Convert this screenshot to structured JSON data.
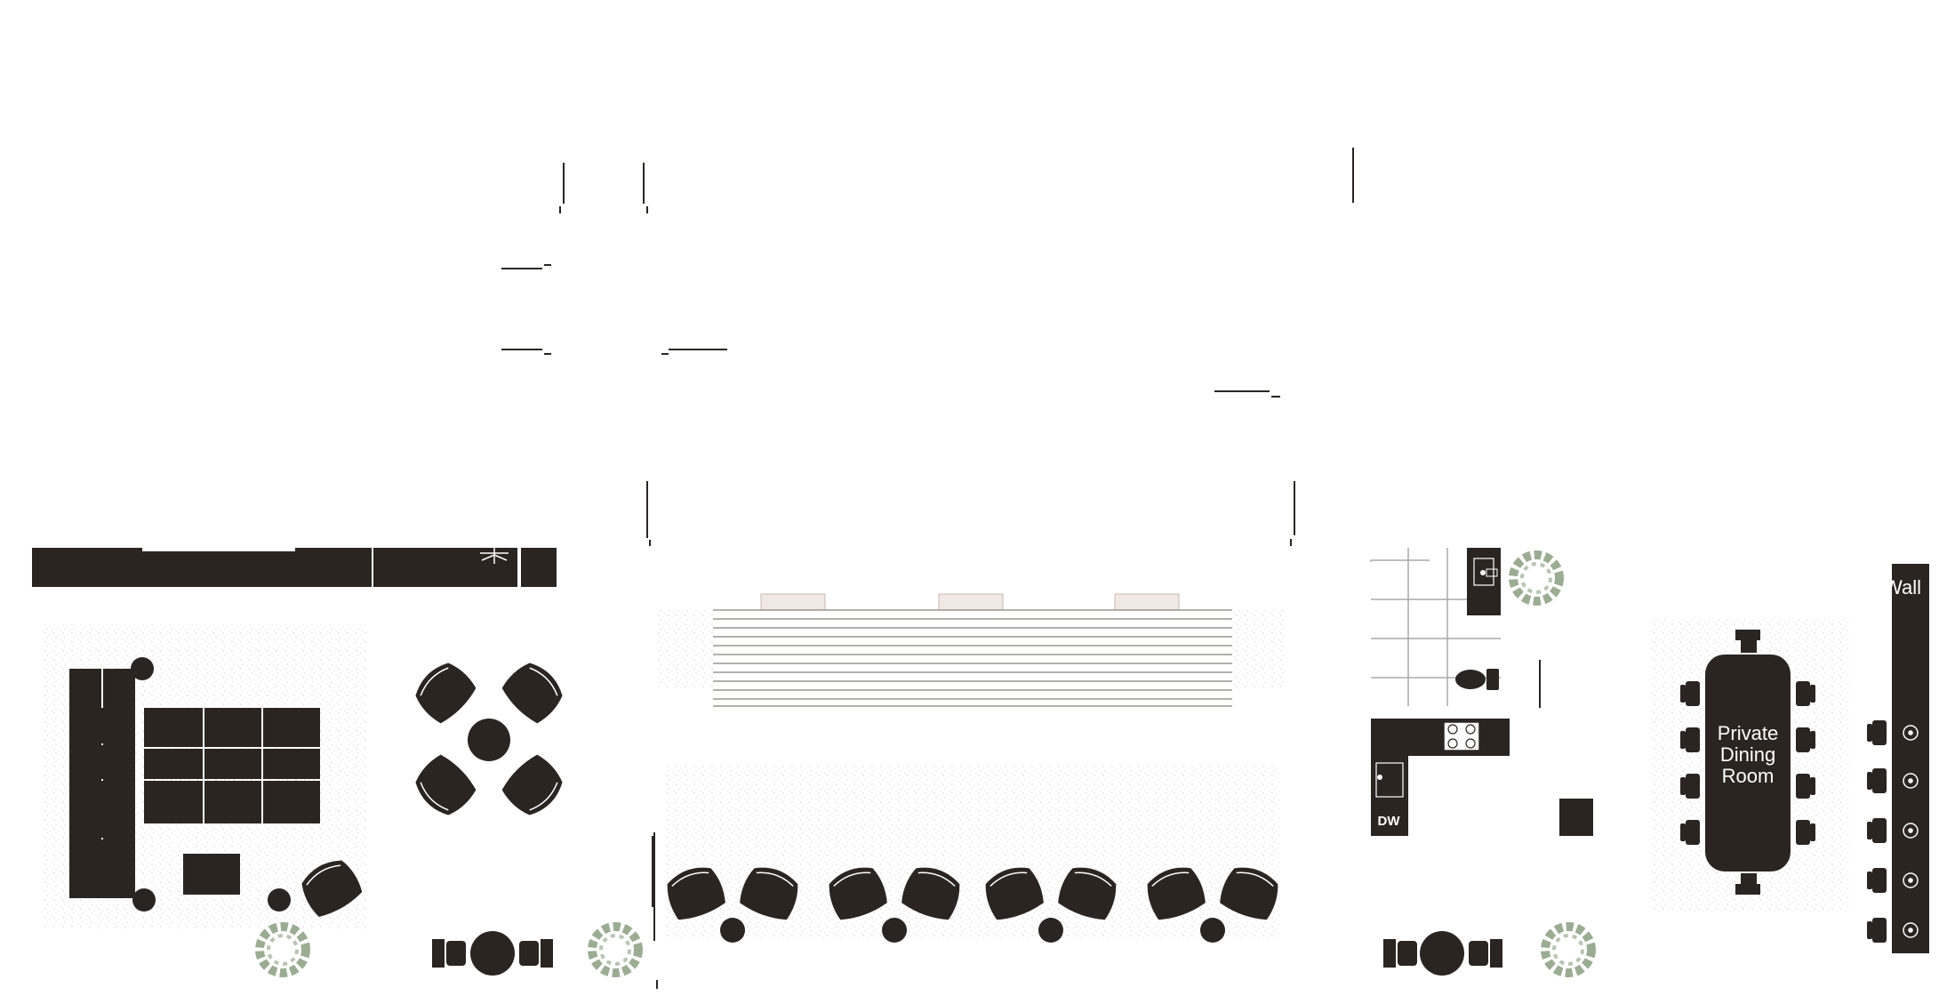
{
  "plan": {
    "rooms": {
      "private_dining": [
        "Private",
        "Dining",
        "Room"
      ]
    },
    "appliances": {
      "dishwasher": "DW"
    },
    "wall_label": "Wall"
  },
  "colors": {
    "furniture": "#2b2522",
    "plants": "#9aad92",
    "rug_texture": "#b9b9b9",
    "background": "#ffffff",
    "tile_lines": "#a8a8a8"
  }
}
